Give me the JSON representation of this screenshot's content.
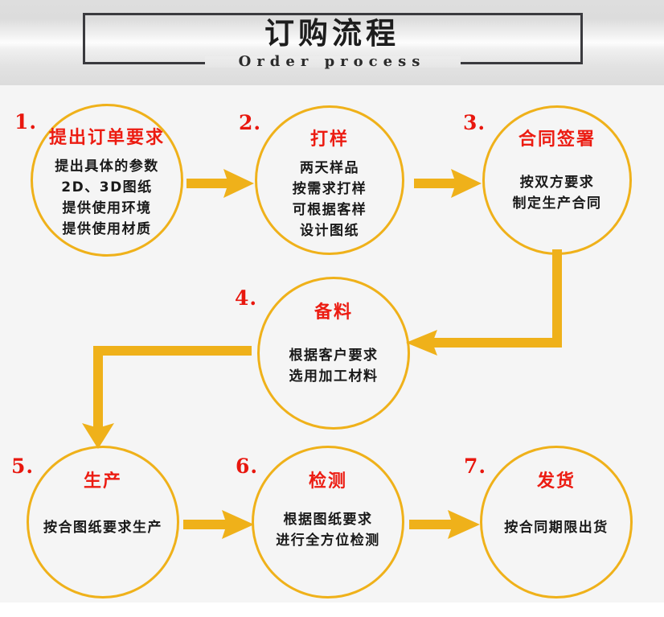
{
  "header": {
    "title_cn": "订购流程",
    "title_en": "Order process"
  },
  "colors": {
    "accent_yellow": "#efb11a",
    "title_red": "#ec1c12",
    "body_black": "#191919",
    "frame_dark": "#3a3a3e",
    "background": "#f5f5f5"
  },
  "steps": [
    {
      "number": "1.",
      "title": "提出订单要求",
      "lines": [
        "提出具体的参数",
        "2D、3D图纸",
        "提供使用环境",
        "提供使用材质"
      ]
    },
    {
      "number": "2.",
      "title": "打样",
      "lines": [
        "两天样品",
        "按需求打样",
        "可根据客样",
        "设计图纸"
      ]
    },
    {
      "number": "3.",
      "title": "合同签署",
      "lines": [
        "按双方要求",
        "制定生产合同"
      ]
    },
    {
      "number": "4.",
      "title": "备料",
      "lines": [
        "根据客户要求",
        "选用加工材料"
      ]
    },
    {
      "number": "5.",
      "title": "生产",
      "lines": [
        "按合图纸要求生产"
      ]
    },
    {
      "number": "6.",
      "title": "检测",
      "lines": [
        "根据图纸要求",
        "进行全方位检测"
      ]
    },
    {
      "number": "7.",
      "title": "发货",
      "lines": [
        "按合同期限出货"
      ]
    }
  ],
  "connectors": [
    {
      "name": "arrow-step1-to-step2",
      "direction": "right"
    },
    {
      "name": "arrow-step2-to-step3",
      "direction": "right"
    },
    {
      "name": "arrow-step3-to-step4",
      "direction": "down-then-left"
    },
    {
      "name": "arrow-step4-to-step5",
      "direction": "left-then-down"
    },
    {
      "name": "arrow-step5-to-step6",
      "direction": "right"
    },
    {
      "name": "arrow-step6-to-step7",
      "direction": "right"
    }
  ]
}
